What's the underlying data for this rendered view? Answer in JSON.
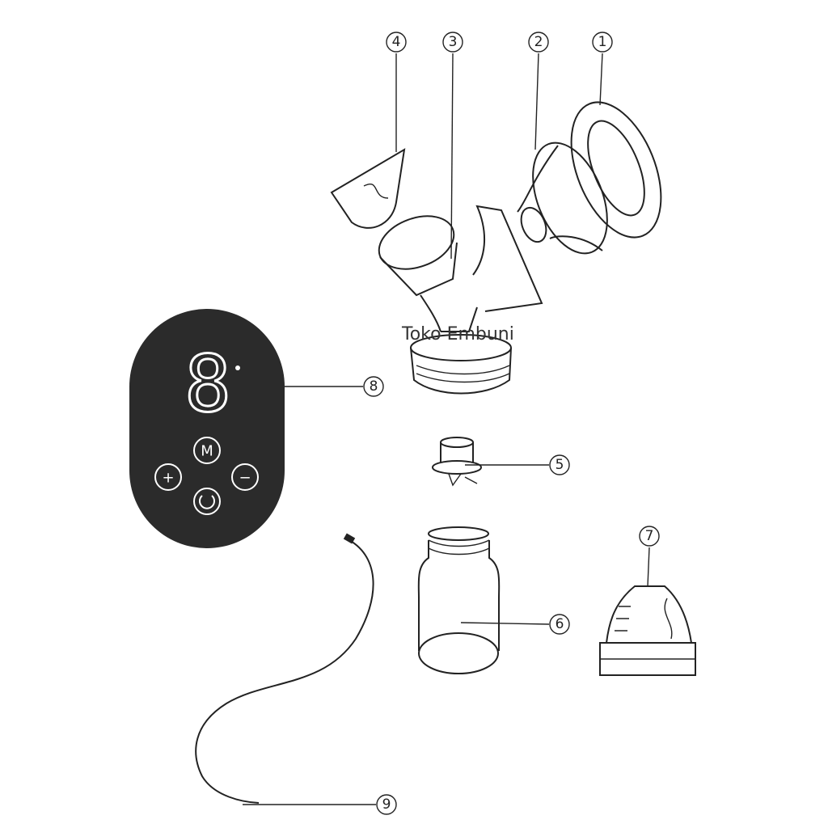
{
  "watermark": "Toko Embuni",
  "callouts": [
    "1",
    "2",
    "3",
    "4",
    "5",
    "6",
    "7",
    "8",
    "9"
  ],
  "control_panel": {
    "display_digit": "8",
    "buttons": {
      "mode": "M",
      "plus": "+",
      "minus": "−"
    }
  },
  "colors": {
    "panel": "#2b2b2b",
    "line": "#222222"
  }
}
